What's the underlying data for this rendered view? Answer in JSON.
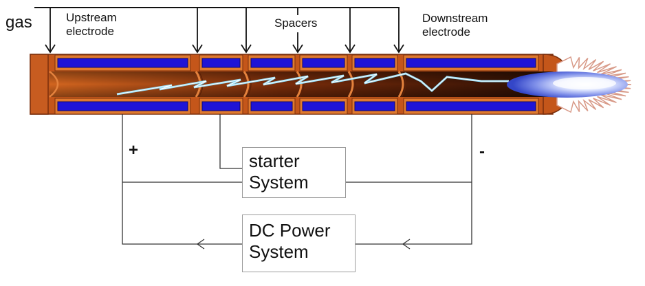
{
  "labels": {
    "gas": "gas",
    "upstream": "Upstream",
    "upstream_sub": "electrode",
    "spacers": "Spacers",
    "downstream": "Downstream",
    "downstream_sub": "electrode",
    "plus": "+",
    "minus": "-",
    "starter_l1": "starter",
    "starter_l2": "System",
    "dc_l1": "DC Power",
    "dc_l2": "System"
  },
  "colors": {
    "tube_body": "#c4561a",
    "tube_edge": "#7a2e0c",
    "cell_fill": "#1f14d6",
    "cell_frame": "#e07a2e",
    "bore_dark": "#3a1405",
    "arc": "#8fd8f2",
    "plasma_plume": "#5a74e0",
    "plume_outline": "#d89a88",
    "wire": "#333333"
  }
}
